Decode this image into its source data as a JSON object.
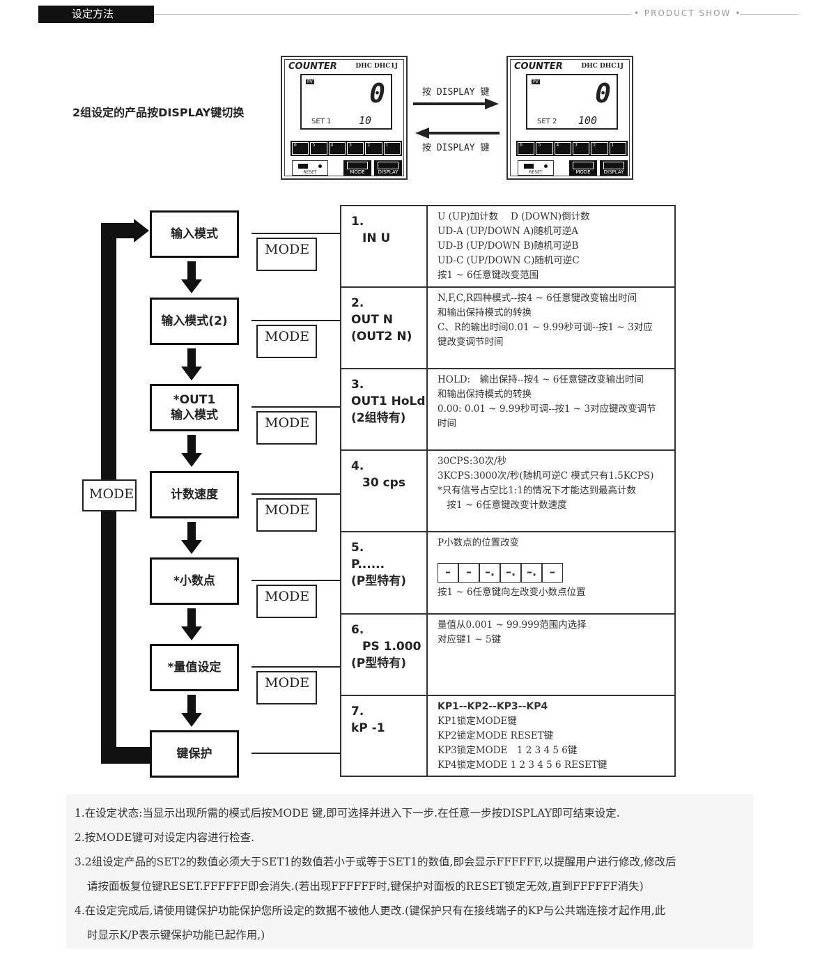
{
  "header": {
    "title": "设定方法",
    "product_show": "• PRODUCT SHOW •"
  },
  "intro": "2组设定的产品按DISPLAY键切换",
  "devices": [
    {
      "brand": "COUNTER",
      "model": "DHC  DHC1J",
      "pv": "PV",
      "value": "0",
      "set_label": "SET 1",
      "set_value": "10",
      "reset": "RESET",
      "mode": "MODE",
      "display": "DISPLAY",
      "keys": [
        "6",
        "5",
        "4",
        "3",
        "2",
        "1"
      ]
    },
    {
      "brand": "COUNTER",
      "model": "DHC  DHC1J",
      "pv": "PV",
      "value": "0",
      "set_label": "SET 2",
      "set_value": "100",
      "reset": "RESET",
      "mode": "MODE",
      "display": "DISPLAY",
      "keys": [
        "6",
        "5",
        "4",
        "3",
        "2",
        "1"
      ]
    }
  ],
  "arrow_forward": "按 DISPLAY 键",
  "arrow_back": "按 DISPLAY 键",
  "flow": {
    "steps": [
      "输入模式",
      "输入模式(2)",
      "*OUT1\n输入模式",
      "计数速度",
      "*小数点",
      "*量值设定",
      "键保护"
    ],
    "mode_label": "MODE",
    "loop_label": "MODE"
  },
  "table": [
    {
      "num": "1.",
      "code": "IN  U",
      "sub": "",
      "lines": [
        "U (UP)加计数　 D (DOWN)倒计数",
        "UD-A (UP/DOWN A)随机可逆A",
        "UD-B (UP/DOWN B)随机可逆B",
        "UD-C (UP/DOWN C)随机可逆C",
        "按1 ~ 6任意键改变范围"
      ]
    },
    {
      "num": "2.",
      "code": "OUT  N",
      "sub": "(OUT2 N)",
      "lines": [
        "N,F,C,R四种模式--按4 ~ 6任意键改变输出时间",
        "和输出保持模式的转换",
        "C、R的输出时间0.01 ~ 9.99秒可调--按1 ~ 3对应",
        "键改变调节时间"
      ]
    },
    {
      "num": "3.",
      "code": "OUT1 HoLd",
      "sub": "(2组特有)",
      "lines": [
        "HOLD:　输出保持--按4 ~ 6任意键改变输出时间",
        "和输出保持模式的转换",
        "0.00:  0.01 ~ 9.99秒可调--按1 ~ 3对应键改变调节",
        "时间"
      ]
    },
    {
      "num": "4.",
      "code": "30 cps",
      "sub": "",
      "lines": [
        "30CPS:30次/秒",
        "3KCPS:3000次/秒(随机可逆C  模式只有1.5KCPS)",
        "*只有信号占空比1:1的情况下才能达到最高计数",
        "　按1 ~ 6任意键改变计数速度"
      ]
    },
    {
      "num": "5.",
      "code": "P......",
      "sub": "(P型特有)",
      "lines": [
        "P小数点的位置改变",
        "按1 ~ 6任意键向左改变小数点位置"
      ],
      "digits": [
        "–",
        "–",
        "–.",
        "–.",
        "–.",
        "–"
      ]
    },
    {
      "num": "6.",
      "code": "PS 1.000",
      "sub": "(P型特有)",
      "lines": [
        "量值从0.001 ~ 99.999范围内选择",
        "对应键1 ~ 5键"
      ]
    },
    {
      "num": "7.",
      "code": "kP -1",
      "sub": "",
      "title": "KP1--KP2--KP3--KP4",
      "lines": [
        "KP1锁定MODE键",
        "KP2锁定MODE  RESET键",
        "KP3锁定MODE　1 2 3 4 5 6键",
        "KP4锁定MODE 1 2 3 4 5 6 RESET键"
      ]
    }
  ],
  "notes": [
    "1.在设定状态:当显示出现所需的模式后按MODE 键,即可选择并进入下一步.在任意一步按DISPLAY即可结束设定.",
    "2.按MODE键可对设定内容进行检查.",
    "3.2组设定产品的SET2的数值必须大于SET1的数值若小于或等于SET1的数值,即会显示FFFFFF,以提醒用户进行修改,修改后",
    "请按面板复位键RESET.FFFFFF即会消失.(若出现FFFFFF时,键保护对面板的RESET锁定无效,直到FFFFFF消失)",
    "4.在设定完成后,请使用键保护功能保护您所设定的数据不被他人更改.(键保护只有在接线端子的KP与公共端连接才起作用,此",
    "时显示K/P表示键保护功能已起作用,)"
  ]
}
